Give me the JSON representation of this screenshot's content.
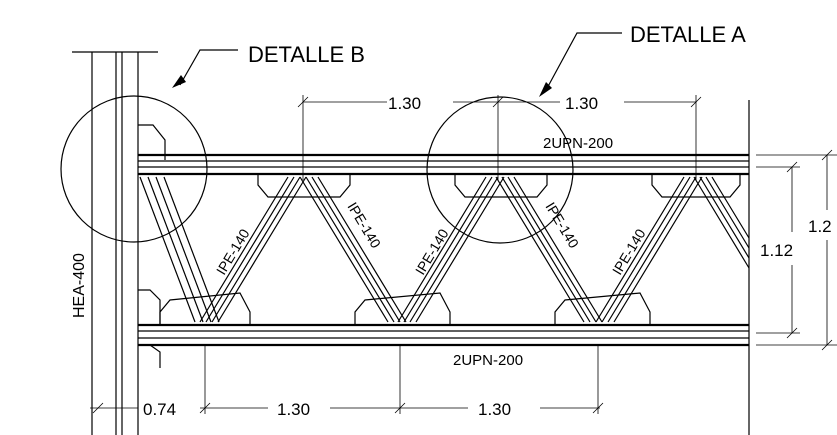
{
  "callouts": {
    "detalle_b": "DETALLE B",
    "detalle_a": "DETALLE A"
  },
  "members": {
    "column": "HEA-400",
    "top_chord": "2UPN-200",
    "bottom_chord": "2UPN-200",
    "diagonal": "IPE-140"
  },
  "dimensions": {
    "top_left": "1.30",
    "top_right": "1.30",
    "bottom_offset": "0.74",
    "bottom_left": "1.30",
    "bottom_right": "1.30",
    "height_inner": "1.12",
    "height_outer": "1.2"
  }
}
